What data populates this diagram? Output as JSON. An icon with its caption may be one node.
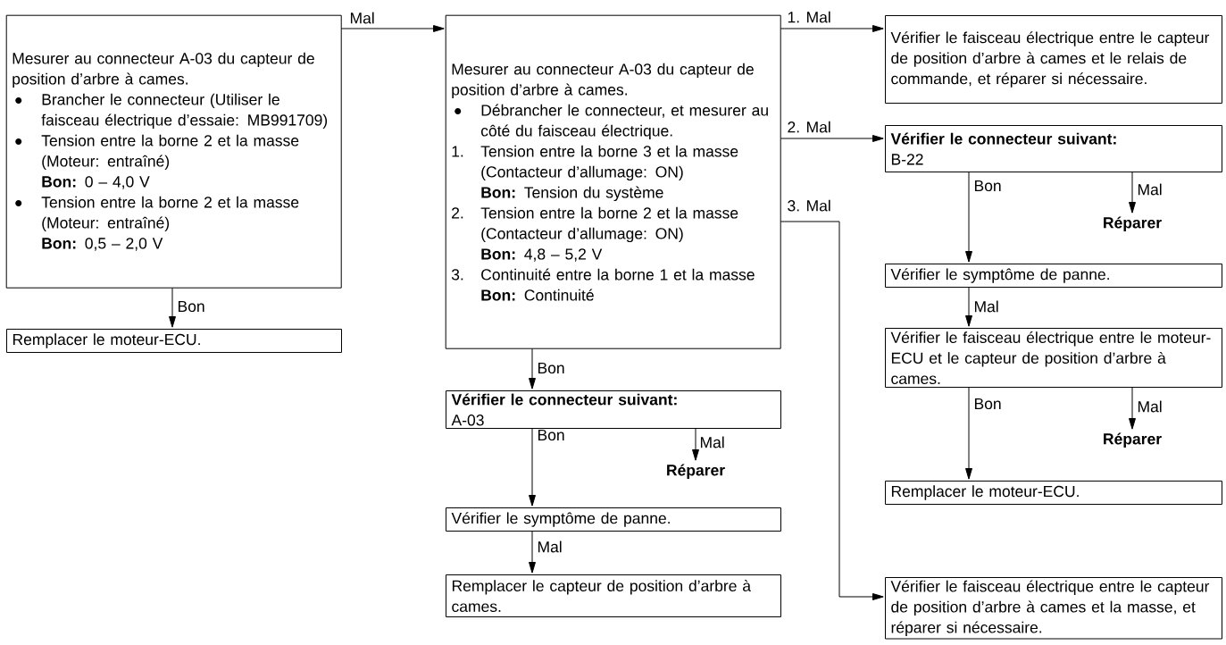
{
  "diagram": {
    "nodes": [
      {
        "text": [
          "Mesurer au connecteur A-03 du capteur de position d’arbre à cames.",
          "Brancher le connecteur (Utiliser le faisceau électrique d’essaie: MB991709)",
          "Tension entre la borne 2 et la masse",
          "(Moteur: entraîné)",
          "**Bon:** 0 – 4,0 V",
          "Tension entre la borne 2 et la masse",
          "(Moteur: entraîné)",
          "**Bon:** 0,5 – 2,0 V"
        ]
      },
      {
        "text": [
          "Remplacer le moteur-ECU."
        ]
      },
      {
        "text": [
          "Mesurer au connecteur A-03 du capteur de position d’arbre à cames.",
          "Débrancher le connecteur, et mesurer au côté du faisceau électrique.",
          "1.",
          "Tension entre la borne 3 et la masse",
          "(Contacteur d’allumage: ON)",
          "**Bon:** Tension du système",
          "2.",
          "Tension entre la borne 2 et la masse",
          "(Contacteur d’allumage: ON)",
          "**Bon:** 4,8 – 5,2 V",
          "3.",
          "Continuité entre la borne 1 et la masse",
          "**Bon:** Continuité"
        ]
      },
      {
        "text": [
          "Vérifier le connecteur suivant:",
          "A-03"
        ]
      },
      {
        "text": [
          "Réparer"
        ]
      },
      {
        "text": [
          "Vérifier le symptôme de panne."
        ]
      },
      {
        "text": [
          "Remplacer le capteur de position d’arbre à cames."
        ]
      },
      {
        "text": [
          "Vérifier le faisceau électrique entre le capteur de position d’arbre à cames et le relais de commande, et réparer si nécessaire."
        ]
      },
      {
        "text": [
          "Vérifier le connecteur suivant:",
          "B-22"
        ]
      },
      {
        "text": [
          "Réparer"
        ]
      },
      {
        "text": [
          "Vérifier le symptôme de panne."
        ]
      },
      {
        "text": [
          "Vérifier le faisceau électrique entre le moteur-ECU et le capteur de position d’arbre à cames."
        ]
      },
      {
        "text": [
          "Réparer"
        ]
      },
      {
        "text": [
          "Remplacer le moteur-ECU."
        ]
      },
      {
        "text": [
          "Vérifier le faisceau électrique entre le capteur de position d’arbre à cames et la masse, et réparer si nécessaire."
        ]
      }
    ],
    "edges": [
      {
        "from": 0,
        "to": 2,
        "arrow": "to",
        "label": "Mal"
      },
      {
        "from": 0,
        "to": 1,
        "arrow": "to",
        "label": "Bon"
      },
      {
        "from": 2,
        "to": 7,
        "arrow": "to",
        "label": "1. Mal"
      },
      {
        "from": 2,
        "to": 8,
        "arrow": "to",
        "label": "2. Mal"
      },
      {
        "from": 2,
        "to": 14,
        "arrow": "to",
        "label": "3. Mal"
      },
      {
        "from": 2,
        "to": 3,
        "arrow": "to",
        "label": "Bon"
      },
      {
        "from": 3,
        "to": 5,
        "arrow": "to",
        "label": "Bon"
      },
      {
        "from": 3,
        "to": 4,
        "arrow": "to",
        "label": "Mal"
      },
      {
        "from": 5,
        "to": 6,
        "arrow": "to",
        "label": "Mal"
      },
      {
        "from": 8,
        "to": 10,
        "arrow": "to",
        "label": "Bon"
      },
      {
        "from": 8,
        "to": 9,
        "arrow": "to",
        "label": "Mal"
      },
      {
        "from": 10,
        "to": 11,
        "arrow": "to",
        "label": "Mal"
      },
      {
        "from": 11,
        "to": 13,
        "arrow": "to",
        "label": "Bon"
      },
      {
        "from": 11,
        "to": 12,
        "arrow": "to",
        "label": "Mal"
      }
    ]
  }
}
